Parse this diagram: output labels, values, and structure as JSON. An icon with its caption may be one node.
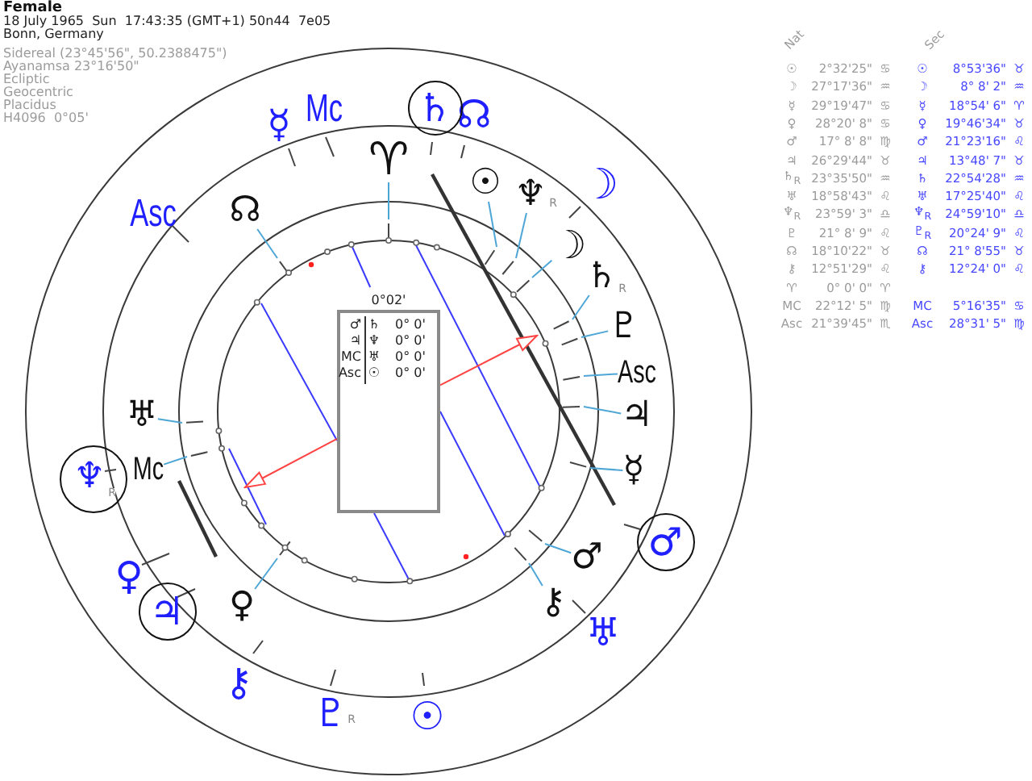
{
  "diagram": {
    "title": "Female",
    "nodes": [
      {
        "text": [
          "0°02'",
          "♂",
          "♄",
          "0° 0'",
          "♃",
          "♆",
          "0° 0'",
          "MC",
          "♅",
          "0° 0'",
          "Asc",
          "☉",
          "0° 0'"
        ]
      },
      {
        "text": [
          "♄"
        ]
      },
      {
        "text": [
          "♆",
          "R"
        ]
      },
      {
        "text": [
          "♃"
        ]
      },
      {
        "text": [
          "♂"
        ]
      },
      {
        "text": [
          "♈"
        ]
      },
      {
        "text": [
          "☊"
        ]
      },
      {
        "text": [
          "☉"
        ]
      },
      {
        "text": [
          "♆"
        ],
        "beside": [
          "R"
        ]
      },
      {
        "text": [
          "☽"
        ]
      },
      {
        "text": [
          "♄"
        ],
        "beside": [
          "R"
        ]
      },
      {
        "text": [
          "♇"
        ]
      },
      {
        "text": [
          "Asc"
        ]
      },
      {
        "text": [
          "♃"
        ]
      },
      {
        "text": [
          "☿"
        ]
      },
      {
        "text": [
          "♂"
        ]
      },
      {
        "text": [
          "⚷"
        ]
      },
      {
        "text": [
          "♀"
        ]
      },
      {
        "text": [
          "♅"
        ]
      },
      {
        "text": [
          "Mc"
        ]
      }
    ],
    "edges": [
      {
        "from": 5,
        "to": null,
        "arrow": "none"
      },
      {
        "from": 6,
        "to": null,
        "arrow": "none"
      },
      {
        "from": 7,
        "to": null,
        "arrow": "none"
      },
      {
        "from": 8,
        "to": null,
        "arrow": "none"
      },
      {
        "from": 9,
        "to": null,
        "arrow": "none"
      },
      {
        "from": 10,
        "to": null,
        "arrow": "none"
      },
      {
        "from": 11,
        "to": null,
        "arrow": "none"
      },
      {
        "from": 12,
        "to": null,
        "arrow": "none"
      },
      {
        "from": 13,
        "to": null,
        "arrow": "none"
      },
      {
        "from": 14,
        "to": null,
        "arrow": "none"
      },
      {
        "from": 15,
        "to": null,
        "arrow": "none"
      },
      {
        "from": 16,
        "to": null,
        "arrow": "none"
      },
      {
        "from": 17,
        "to": null,
        "arrow": "none"
      },
      {
        "from": 18,
        "to": null,
        "arrow": "none"
      },
      {
        "from": 19,
        "to": null,
        "arrow": "none"
      },
      {
        "from": 0,
        "to": null,
        "arrow": "to",
        "color": "#ff4444"
      },
      {
        "from": 0,
        "to": null,
        "arrow": "to",
        "color": "#ff4444"
      }
    ],
    "labels": [
      "18 July 1965  Sun  17:43:35 (GMT+1) 50n44  7e05",
      "Bonn, Germany",
      "Sidereal (23°45'56\", 50.2388475\")",
      "Ayanamsa 23°16'50\"",
      "Ecliptic",
      "Geocentric",
      "Placidus",
      "H4096  0°05'",
      "☿",
      "Mc",
      "☊",
      "☽",
      "Asc",
      "♀",
      "⚷",
      "♇",
      "R",
      "☉",
      "♅",
      "Nat",
      "Sec",
      "☉",
      "2°32'25\"",
      "♋",
      "☉",
      "8°53'36\"",
      "♉",
      "☽",
      "27°17'36\"",
      "♒",
      "☽",
      "8° 8' 2\"",
      "♒",
      "☿",
      "29°19'47\"",
      "♋",
      "☿",
      "18°54' 6\"",
      "♈",
      "♀",
      "28°20' 8\"",
      "♋",
      "♀",
      "19°46'34\"",
      "♉",
      "♂",
      "17° 8' 8\"",
      "♍",
      "♂",
      "21°23'16\"",
      "♌",
      "♃",
      "26°29'44\"",
      "♉",
      "♃",
      "13°48' 7\"",
      "♉",
      "♄$_{R}$",
      "23°35'50\"",
      "♒",
      "♄",
      "22°54'28\"",
      "♒",
      "♅",
      "18°58'43\"",
      "♌",
      "♅",
      "17°25'40\"",
      "♌",
      "♆$_{R}$",
      "23°59' 3\"",
      "♎",
      "♆$_{R}$",
      "24°59'10\"",
      "♎",
      "♇",
      "21° 8' 9\"",
      "♌",
      "♇$_{R}$",
      "20°24' 9\"",
      "♌",
      "☊",
      "18°10'22\"",
      "♉",
      "☊",
      "21° 8'55\"",
      "♉",
      "⚷",
      "12°51'29\"",
      "♌",
      "⚷",
      "12°24' 0\"",
      "♌",
      "♈",
      "0° 0' 0\"",
      "♈",
      "MC",
      "22°12' 5\"",
      "♍",
      "MC",
      "5°16'35\"",
      "♋",
      "Asc",
      "21°39'45\"",
      "♏",
      "Asc",
      "28°31' 5\"",
      "♍"
    ]
  }
}
